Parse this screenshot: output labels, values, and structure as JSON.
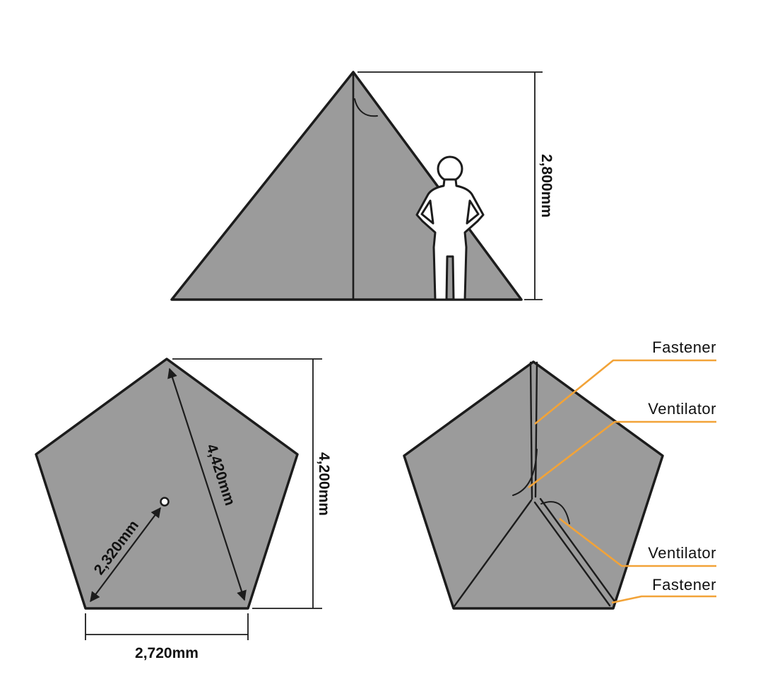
{
  "title": "Tent dimension diagram",
  "colors": {
    "background": "#ffffff",
    "fabric": "#9b9b9b",
    "outline": "#1c1c1c",
    "leader": "#f2a338",
    "text": "#111111"
  },
  "side_view": {
    "height": "2,800mm"
  },
  "top_view": {
    "diagonal": "4,420mm",
    "radius": "2,320mm",
    "height": "4,200mm",
    "width": "2,720mm"
  },
  "detail_view": {
    "fastener_top": "Fastener",
    "ventilator_top": "Ventilator",
    "ventilator_bottom": "Ventilator",
    "fastener_bottom": "Fastener"
  }
}
